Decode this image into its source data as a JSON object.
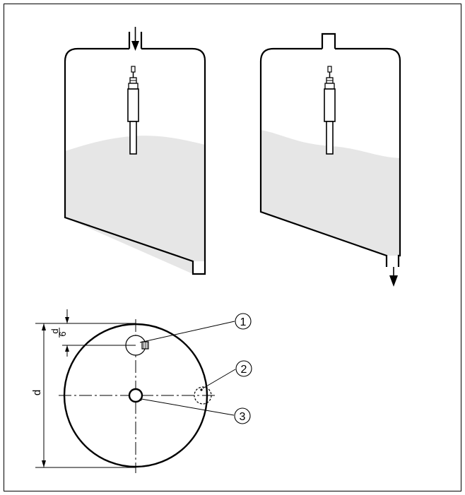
{
  "figure": {
    "tanks": {
      "left": {
        "flow": "inlet-top"
      },
      "right": {
        "flow": "outlet-bottom"
      }
    },
    "top_view": {
      "callouts": [
        {
          "id": "1",
          "text": "1"
        },
        {
          "id": "2",
          "text": "2"
        },
        {
          "id": "3",
          "text": "3"
        }
      ],
      "dimensions": {
        "diameter": "d",
        "offset_numerator": "d",
        "offset_denominator": "6"
      }
    }
  },
  "colors": {
    "line": "#000000",
    "liquid": "#e6e6e6",
    "background": "#ffffff"
  }
}
